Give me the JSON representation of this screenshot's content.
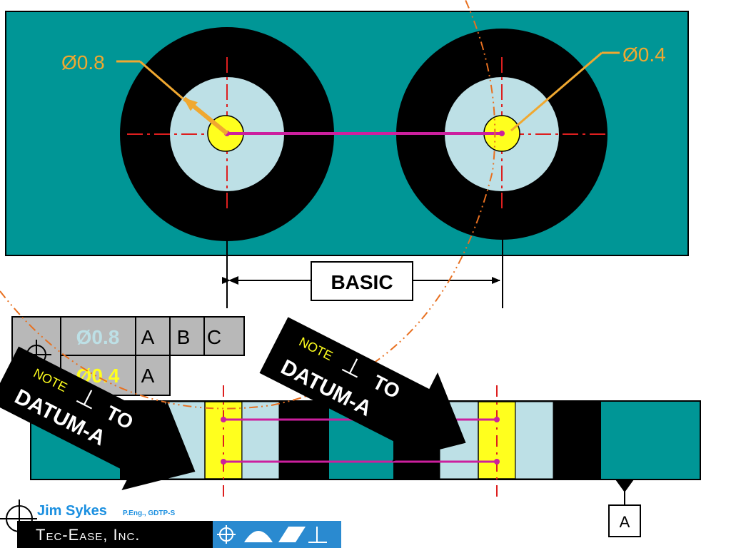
{
  "top_view": {
    "callout_left": "Ø0.8",
    "callout_right": "Ø0.4",
    "basic_label": "BASIC"
  },
  "feature_control_frame": {
    "symbol": "position-icon",
    "row1": {
      "tolerance": "Ø0.8",
      "datums": [
        "A",
        "B",
        "C"
      ]
    },
    "row2": {
      "tolerance": "Ø0.4",
      "datums": [
        "A"
      ]
    }
  },
  "notes": {
    "left": {
      "word_note": "NOTE",
      "symbol": "⊥",
      "word_to": "TO",
      "datum": "DATUM-A"
    },
    "right": {
      "word_note": "NOTE",
      "symbol": "⊥",
      "word_to": "TO",
      "datum": "DATUM-A"
    }
  },
  "datum_label": "A",
  "footer": {
    "author": "Jim Sykes",
    "credentials": "P.Eng., GDTP-S",
    "company": "Tec-Ease, Inc."
  },
  "colors": {
    "plate": "#009696",
    "hole_black": "#000000",
    "hole_light": "#bde0e6",
    "pin_yellow": "#ffff1e",
    "link_magenta": "#cc1f9e",
    "callout_orange": "#f0a830",
    "centerline_red": "#dd1f1f",
    "arc_orange": "#e87020",
    "fcf_gray": "#b8b8b8",
    "brand_blue": "#1a8fe0"
  }
}
